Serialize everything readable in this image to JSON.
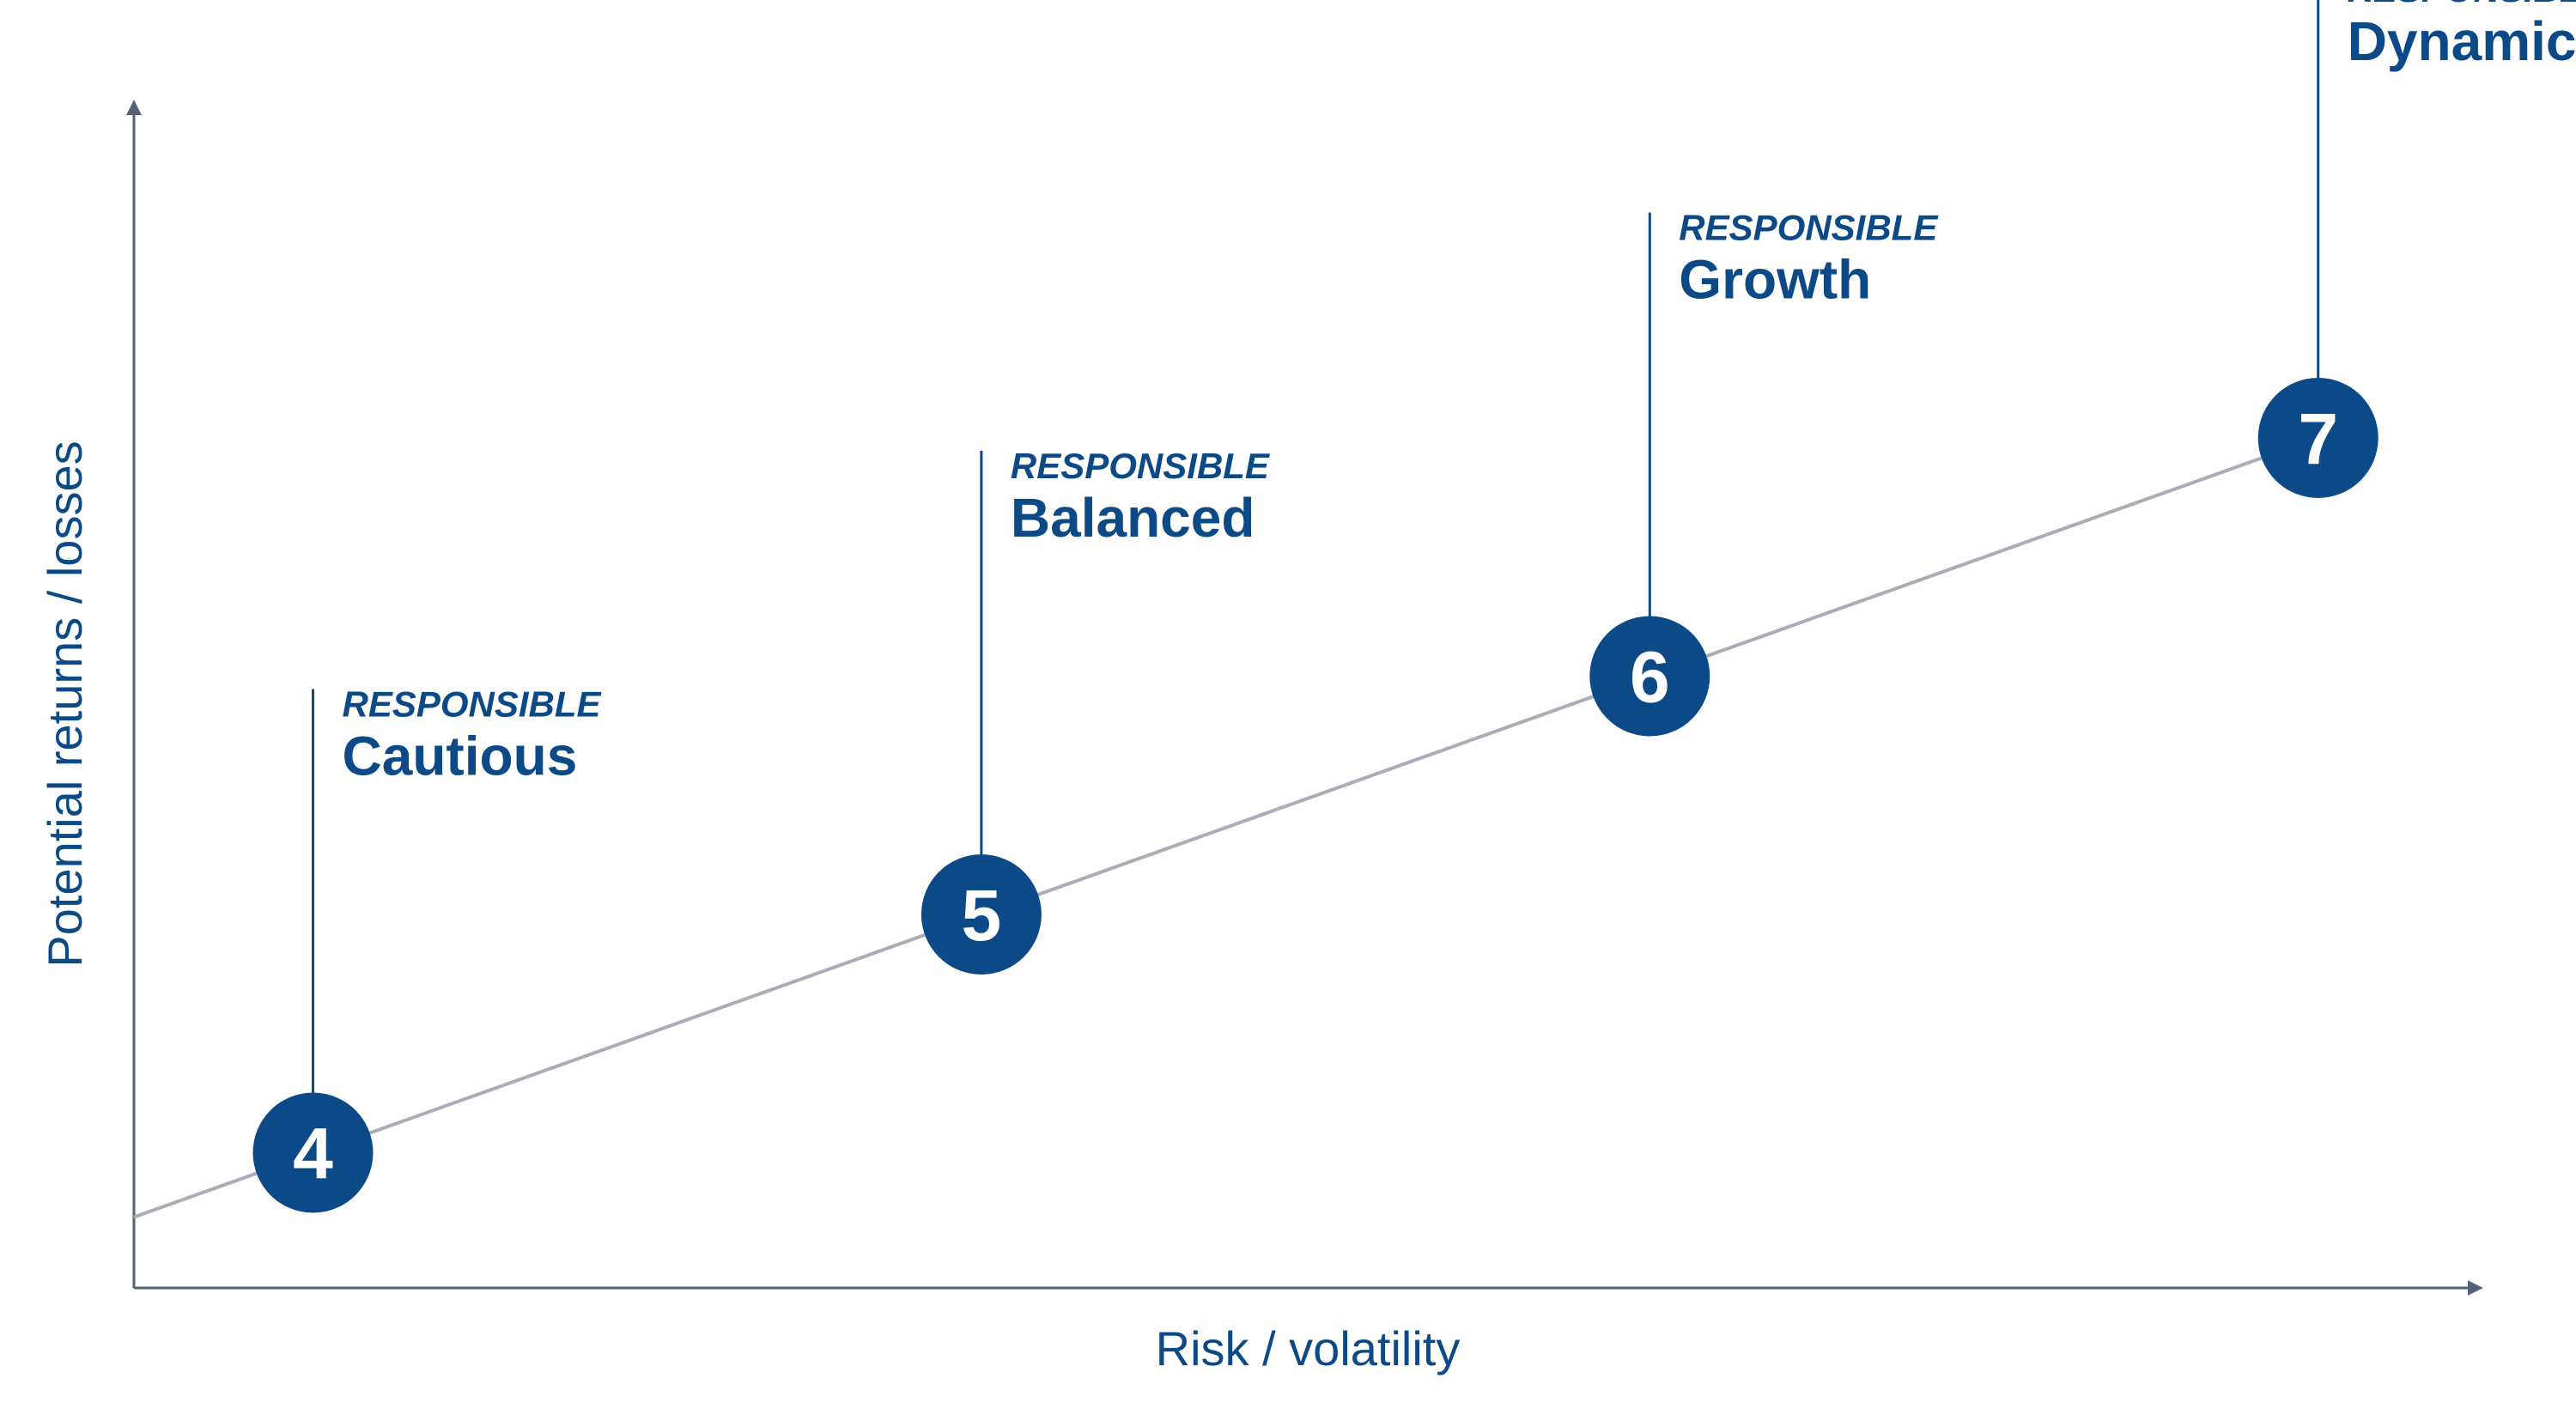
{
  "chart_data": {
    "type": "line",
    "xlabel": "Risk / volatility",
    "ylabel": "Potential returns / losses",
    "xlim": [
      0,
      10
    ],
    "ylim": [
      0,
      10
    ],
    "grid": false,
    "colors": {
      "axis": "#55607a",
      "trend": "#a9adb8",
      "accent": "#0b4a86",
      "point_text": "#ffffff"
    },
    "points": [
      {
        "number": "4",
        "kicker": "RESPONSIBLE",
        "name": "Cautious",
        "x": 0.75,
        "y": 1.05
      },
      {
        "number": "5",
        "kicker": "RESPONSIBLE",
        "name": "Balanced",
        "x": 3.55,
        "y": 2.9
      },
      {
        "number": "6",
        "kicker": "RESPONSIBLE",
        "name": "Growth",
        "x": 6.35,
        "y": 4.75
      },
      {
        "number": "7",
        "kicker": "RESPONSIBLE",
        "name": "Dynamic",
        "x": 9.15,
        "y": 6.6
      }
    ],
    "trend_line": [
      {
        "x": 0.0,
        "y": 0.55
      },
      {
        "x": 9.15,
        "y": 6.6
      }
    ]
  }
}
